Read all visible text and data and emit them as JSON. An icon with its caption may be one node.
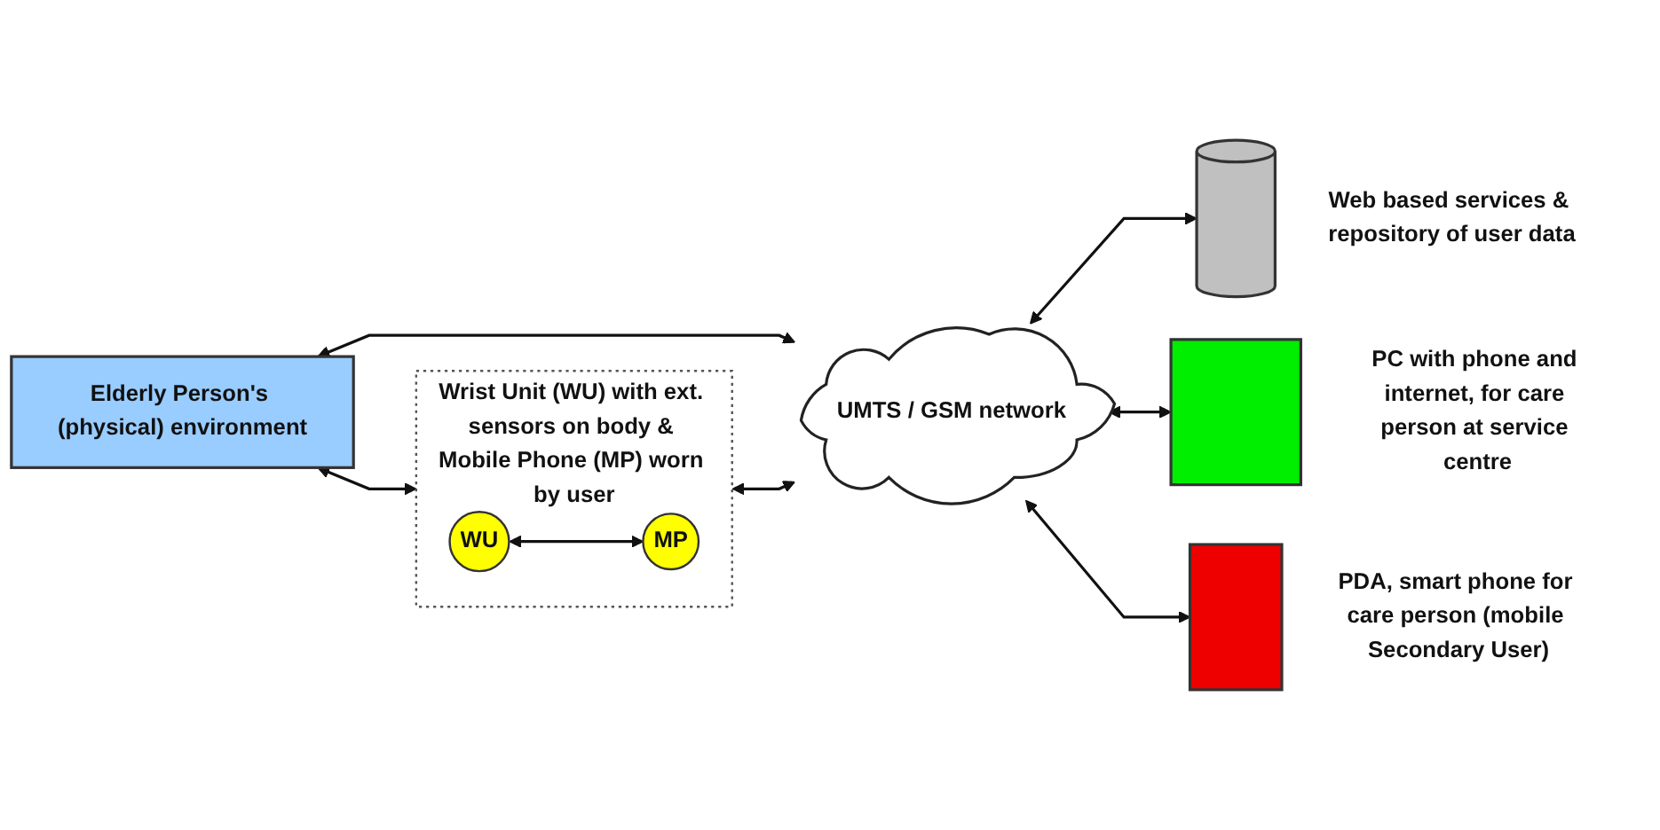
{
  "diagram": {
    "nodes": [
      {
        "text": [
          "Elderly Person's (physical) environment"
        ]
      },
      {
        "text": [
          "Wrist Unit (WU) with ext. sensors on body & Mobile Phone (MP) worn by user"
        ]
      },
      {
        "text": [
          "WU"
        ],
        "in": 1
      },
      {
        "text": [
          "MP"
        ],
        "in": 1
      },
      {
        "text": [
          "UMTS / GSM network"
        ]
      },
      {
        "text": [],
        "shape": "cylinder",
        "beside": [
          "Web based services & repository of user data"
        ]
      },
      {
        "text": [],
        "shape": "box",
        "beside": [
          "PC with phone and internet, for care person at service centre"
        ]
      },
      {
        "text": [],
        "shape": "box",
        "beside": [
          "PDA, smart phone for care person (mobile Secondary User)"
        ]
      }
    ],
    "edges": [
      {
        "from": 0,
        "to": 1,
        "arrow": "both"
      },
      {
        "from": 0,
        "to": 4,
        "arrow": "both"
      },
      {
        "from": 2,
        "to": 3,
        "arrow": "both"
      },
      {
        "from": 1,
        "to": 4,
        "arrow": "both"
      },
      {
        "from": 4,
        "to": 5,
        "arrow": "both"
      },
      {
        "from": 4,
        "to": 6,
        "arrow": "both"
      },
      {
        "from": 4,
        "to": 7,
        "arrow": "both"
      }
    ]
  }
}
